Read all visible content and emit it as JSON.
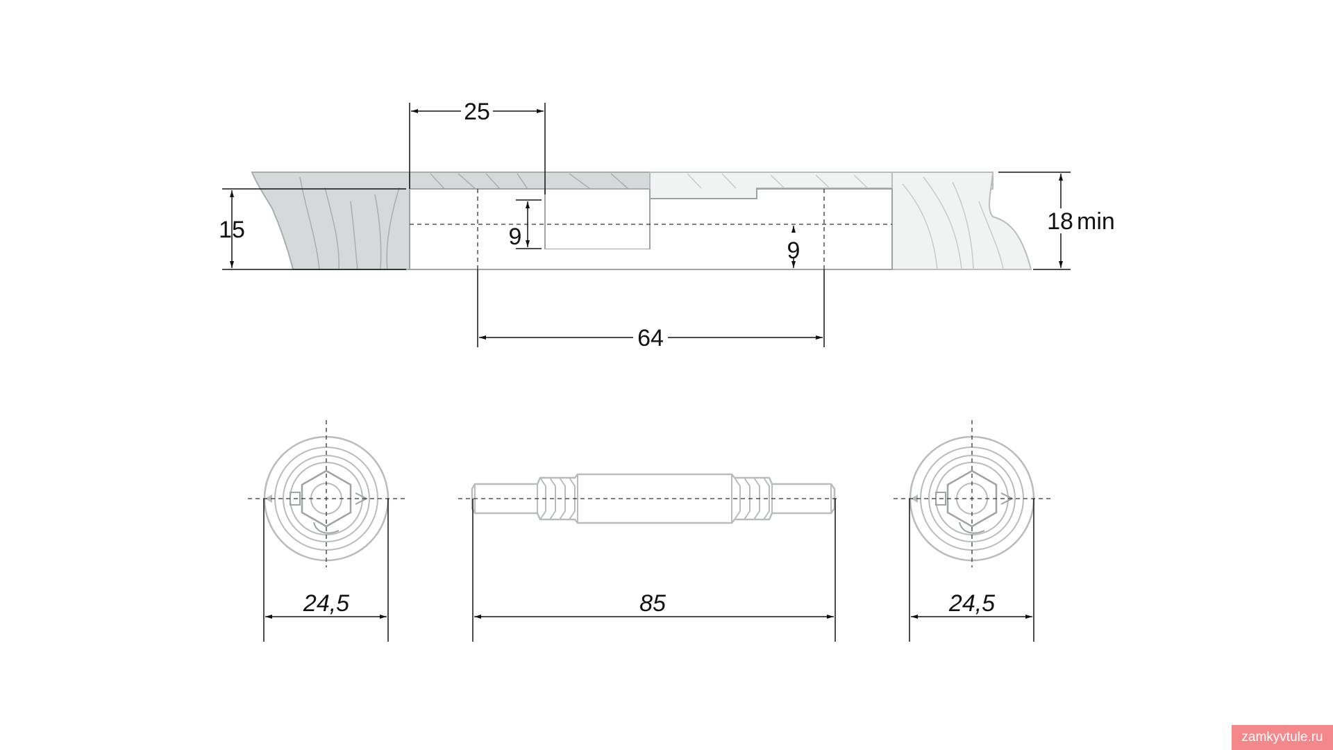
{
  "dimensions": {
    "edge_offset": "25",
    "panel_thickness": "15",
    "bore_diameter_left": "9",
    "bore_diameter_right": "9",
    "panel_min_thickness_value": "18",
    "panel_min_thickness_unit": "min",
    "centre_distance": "64",
    "cam_diameter_left": "24,5",
    "dowel_length": "85",
    "cam_diameter_right": "24,5"
  },
  "watermark": "zamkyvtule.ru"
}
